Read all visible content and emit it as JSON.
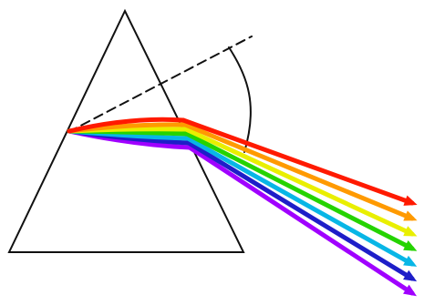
{
  "colors": {
    "background": "#ffffff",
    "outline": "#111111",
    "spectrum": [
      "#ff1a00",
      "#ff9a00",
      "#e9ef00",
      "#25d300",
      "#08b6e6",
      "#1e1ec8",
      "#a000ff"
    ]
  },
  "spectrum_bands": [
    "red",
    "orange",
    "yellow",
    "green",
    "cyan",
    "blue",
    "violet"
  ],
  "elements": {
    "prism": "prism-triangle",
    "reference_line": "dashed-normal-line",
    "deviation_arc": "deviation-angle-arc"
  }
}
